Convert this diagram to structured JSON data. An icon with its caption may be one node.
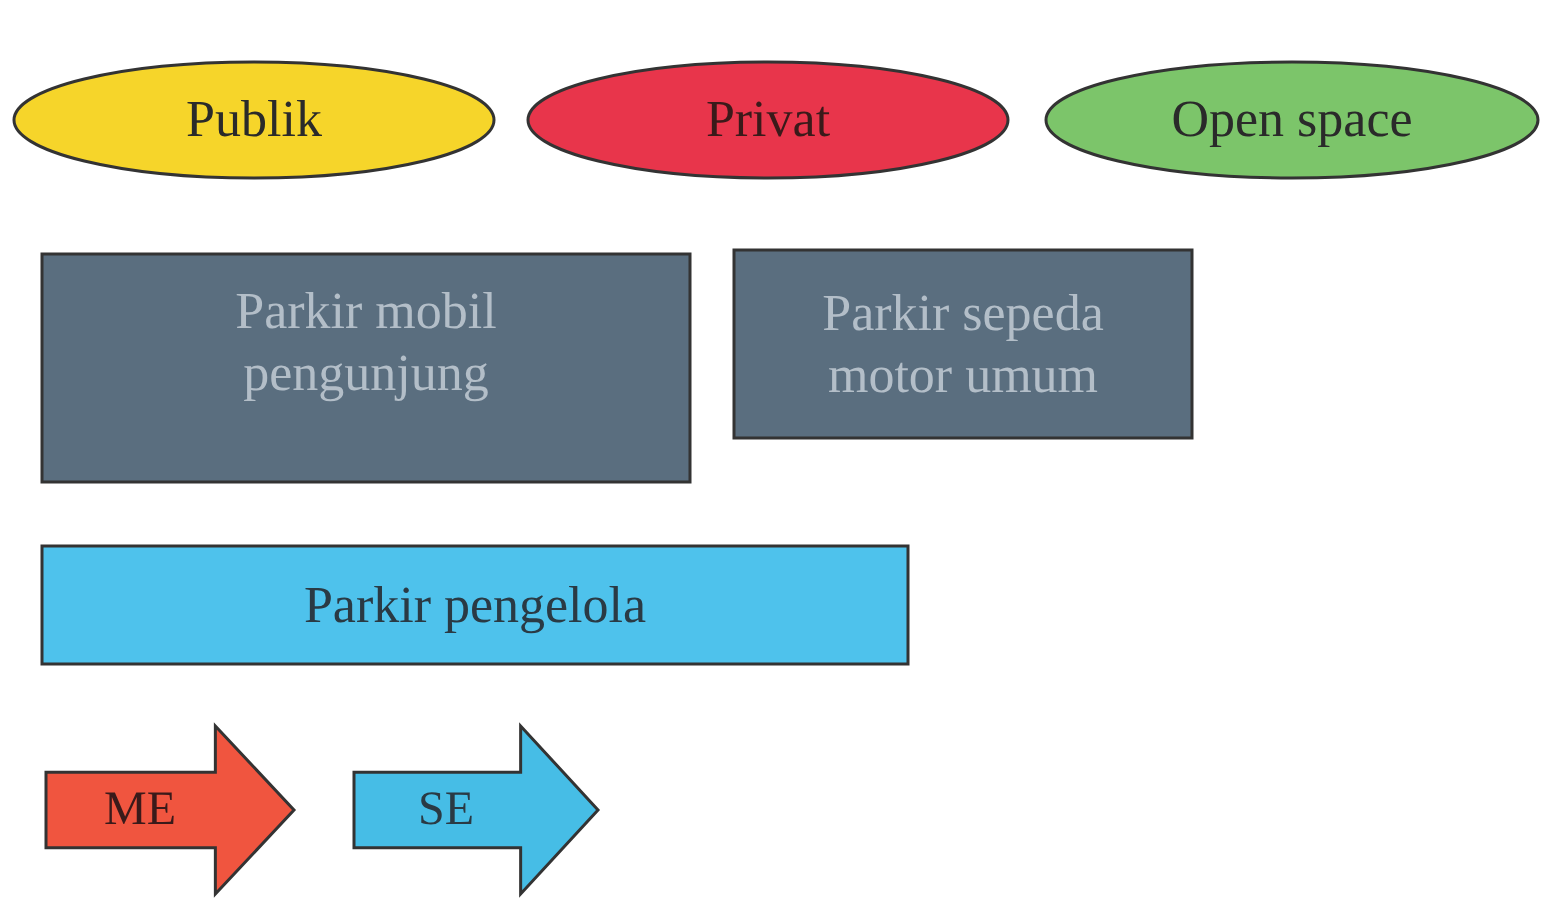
{
  "diagram": {
    "nodes": [
      {
        "text": [
          "Publik"
        ]
      },
      {
        "text": [
          "Privat"
        ]
      },
      {
        "text": [
          "Open space"
        ]
      },
      {
        "text": [
          "Parkir mobil pengunjung"
        ]
      },
      {
        "text": [
          "Parkir sepeda motor umum"
        ]
      },
      {
        "text": [
          "Parkir pengelola"
        ]
      },
      {
        "text": [
          "ME"
        ]
      },
      {
        "text": [
          "SE"
        ]
      }
    ],
    "edges": []
  }
}
